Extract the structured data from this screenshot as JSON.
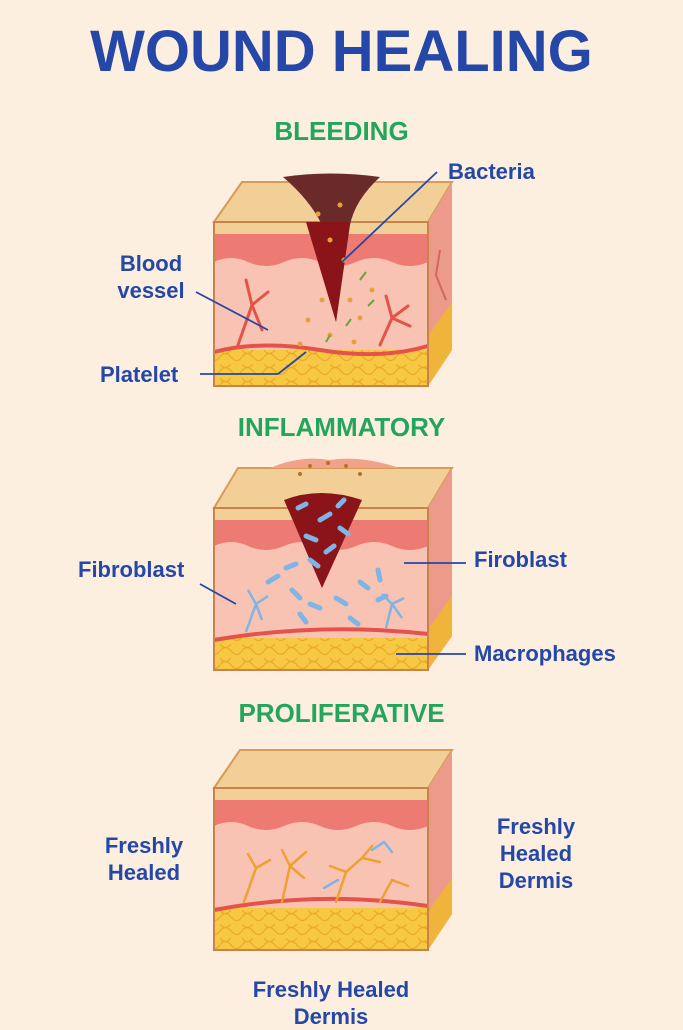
{
  "title": "WOUND HEALING",
  "stages": [
    {
      "name": "BLEEDING",
      "labels": {
        "bacteria": "Bacteria",
        "blood_vessel": "Blood vessel",
        "platelet": "Platelet"
      }
    },
    {
      "name": "INFLAMMATORY",
      "labels": {
        "fibroblast_left": "Fibroblast",
        "fibroblast_right": "Firoblast",
        "macrophages": "Macrophages"
      }
    },
    {
      "name": "PROLIFERATIVE",
      "labels": {
        "freshly_healed": "Freshly Healed",
        "freshly_healed_dermis_right": "Freshly Healed Dermis",
        "freshly_healed_dermis_bottom": "Freshly Healed Dermis"
      }
    }
  ],
  "colors": {
    "title": "#2447a8",
    "stage_heading": "#23a55b",
    "label": "#2447a8",
    "epidermis_top": "#f3cf98",
    "dermis": "#f8c0b0",
    "fat": "#f7c842",
    "blood": "#8a1418"
  }
}
